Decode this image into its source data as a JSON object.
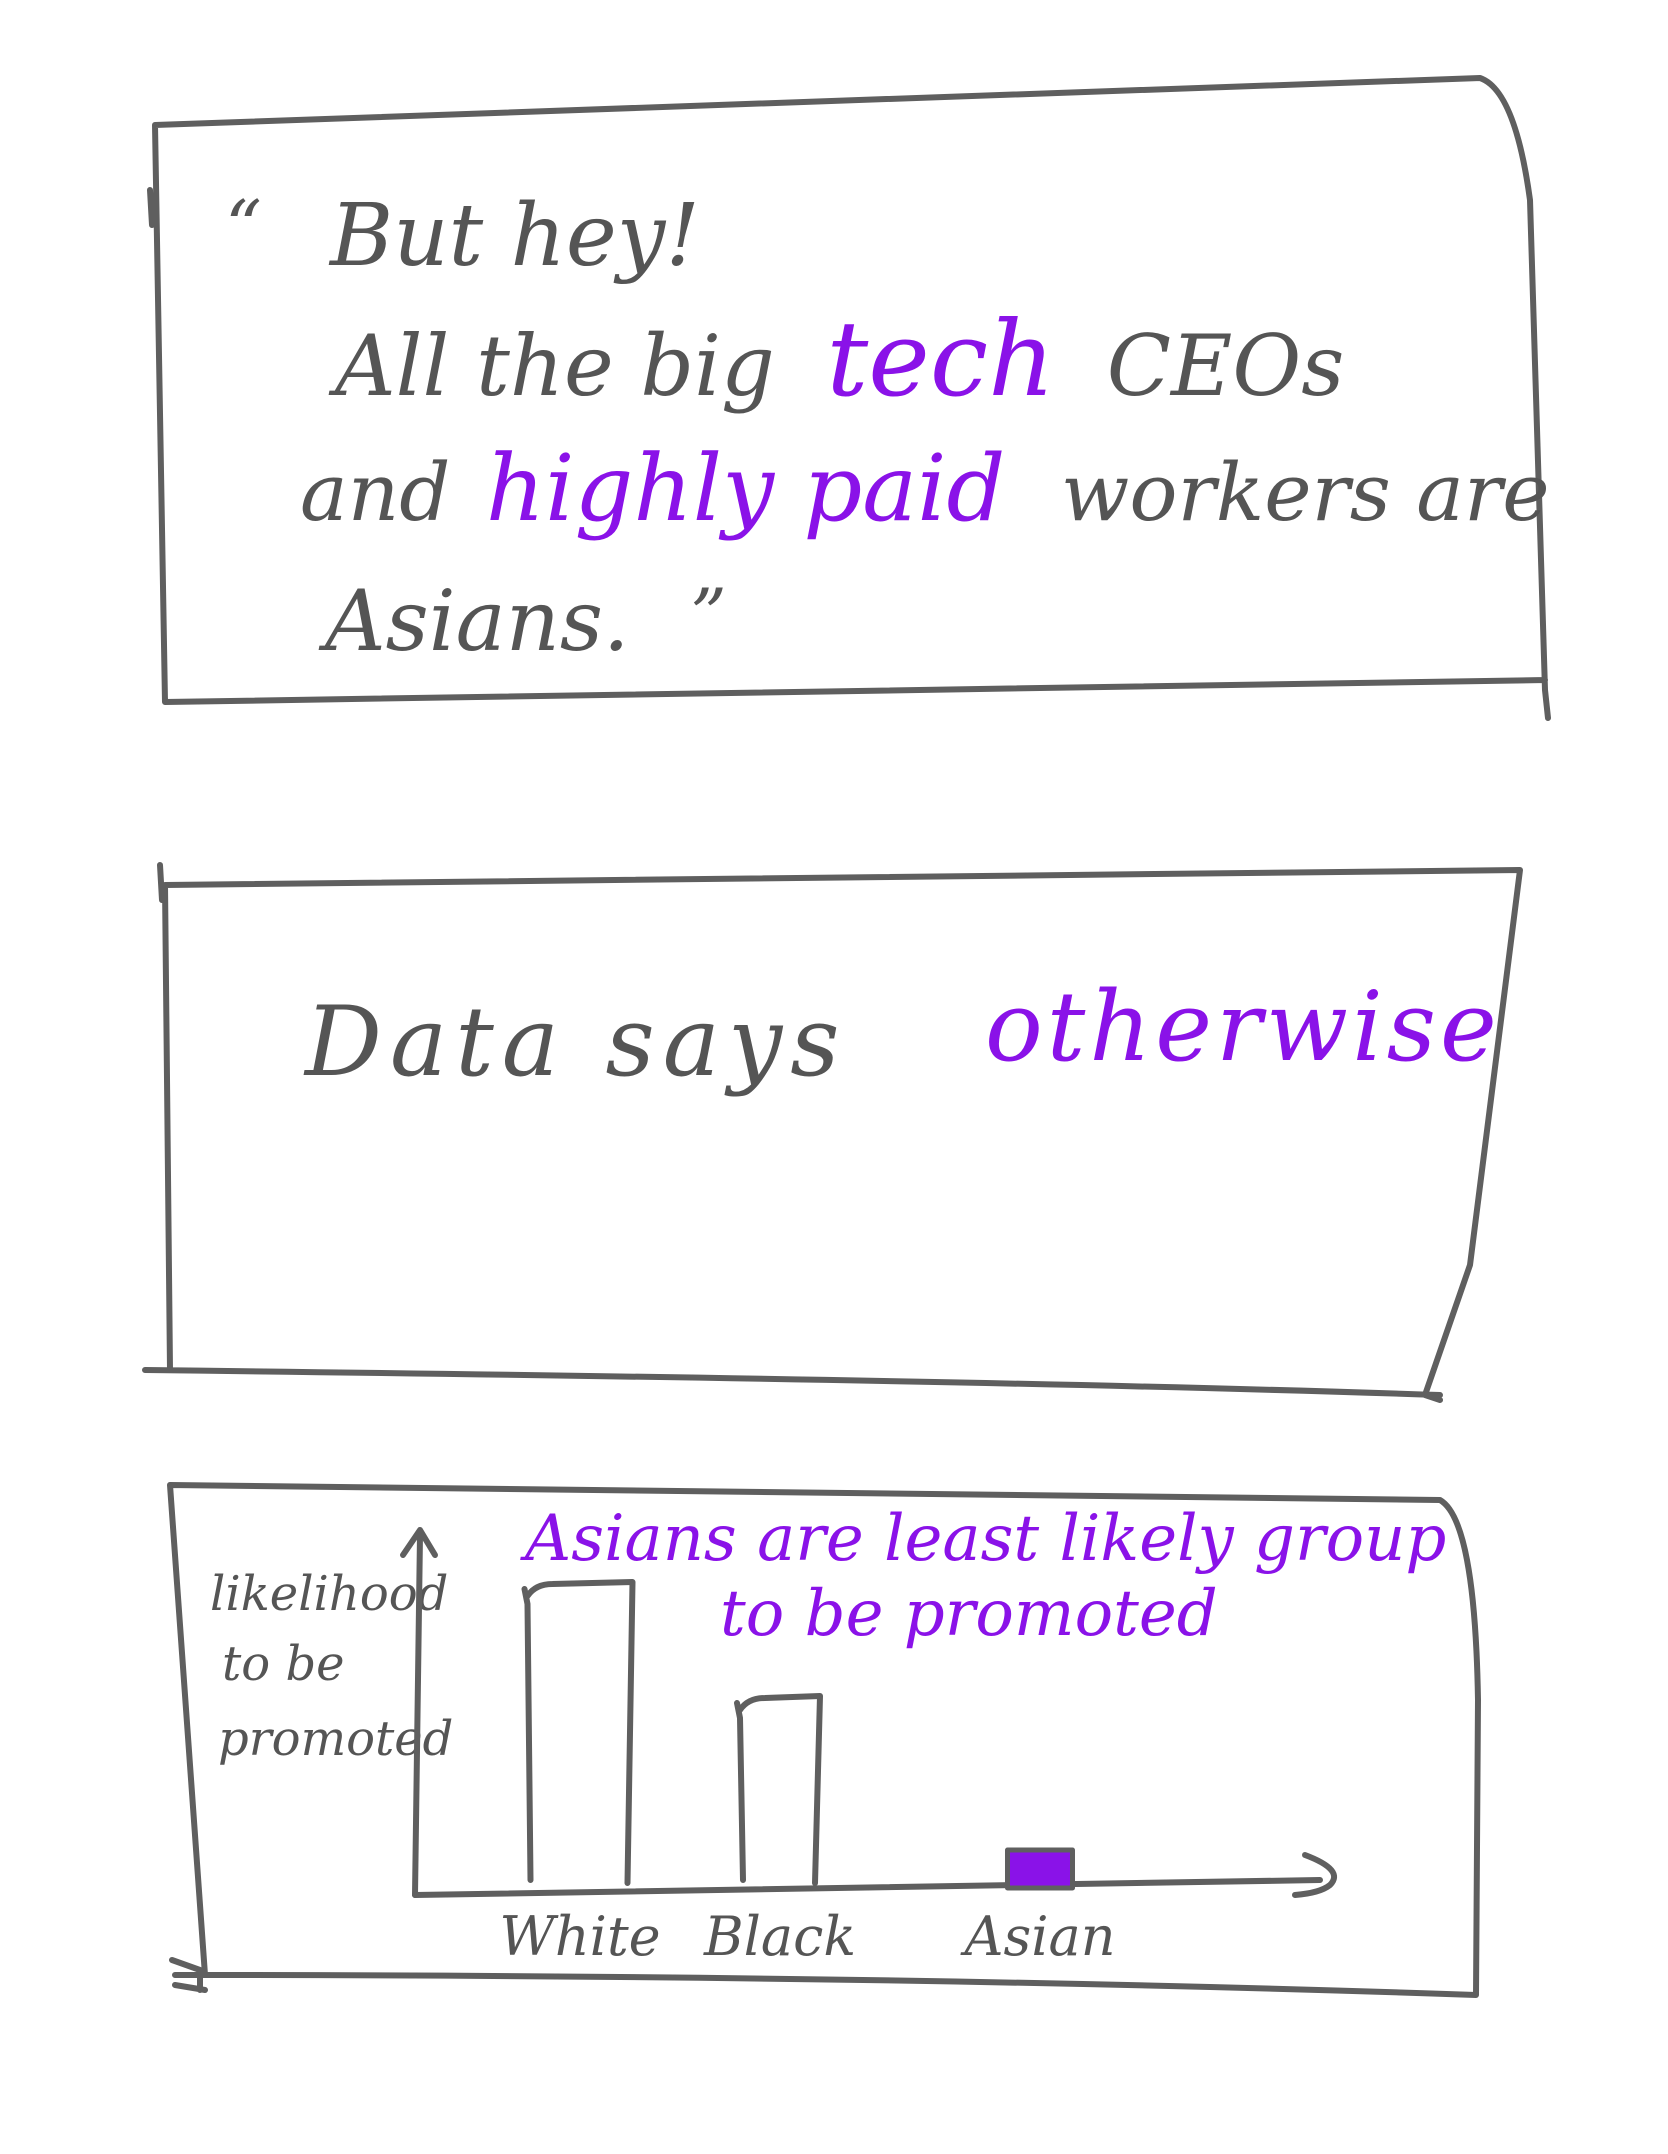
{
  "colors": {
    "ink": "#5f5f5f",
    "accent": "#8a12e8"
  },
  "panel_quote": {
    "open_quote": "“",
    "line1": "But hey!",
    "line2_a": "All the big",
    "line2_highlight": "tech",
    "line2_b": "CEOs",
    "line3_a": "and",
    "line3_highlight": "highly paid",
    "line3_b": "workers are",
    "line4": "Asians.",
    "close_quote": "”"
  },
  "panel_data": {
    "text": "Data says",
    "highlight": "otherwise"
  },
  "chart_data": {
    "type": "bar",
    "title": "Asians are least likely group to be promoted",
    "title_line1": "Asians are least likely group",
    "title_line2": "to be promoted",
    "ylabel": "likelihood to be promoted",
    "ylabel_line1": "likelihood",
    "ylabel_line2": "to be",
    "ylabel_line3": "promoted",
    "categories": [
      "White",
      "Black",
      "Asian"
    ],
    "values": [
      0.8,
      0.5,
      0.1
    ],
    "ylim": [
      0,
      1
    ],
    "highlight_category": "Asian",
    "grid": false
  }
}
